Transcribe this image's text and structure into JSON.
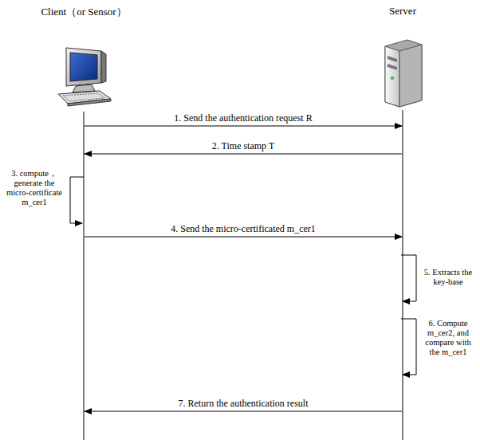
{
  "diagram": {
    "nodes": [
      {
        "text": [
          "Client（or Sensor）"
        ]
      },
      {
        "text": [
          "Server"
        ]
      }
    ],
    "edges": [
      {
        "from": 0,
        "to": 1,
        "arrow": "to",
        "label": "1. Send the authentication request R"
      },
      {
        "from": 1,
        "to": 0,
        "arrow": "to",
        "label": "2. Time stamp T"
      },
      {
        "from": 0,
        "to": 1,
        "arrow": "to",
        "label": "4. Send the micro-certificated m_cer1"
      },
      {
        "from": 1,
        "to": 0,
        "arrow": "to",
        "label": "7. Return the authentication result"
      }
    ],
    "labels": [
      "3. compute， generate the micro-certificate m_cer1",
      "5. Extracts the key-base",
      "6. Compute m_cer2, and compare with the m_cer1"
    ]
  }
}
